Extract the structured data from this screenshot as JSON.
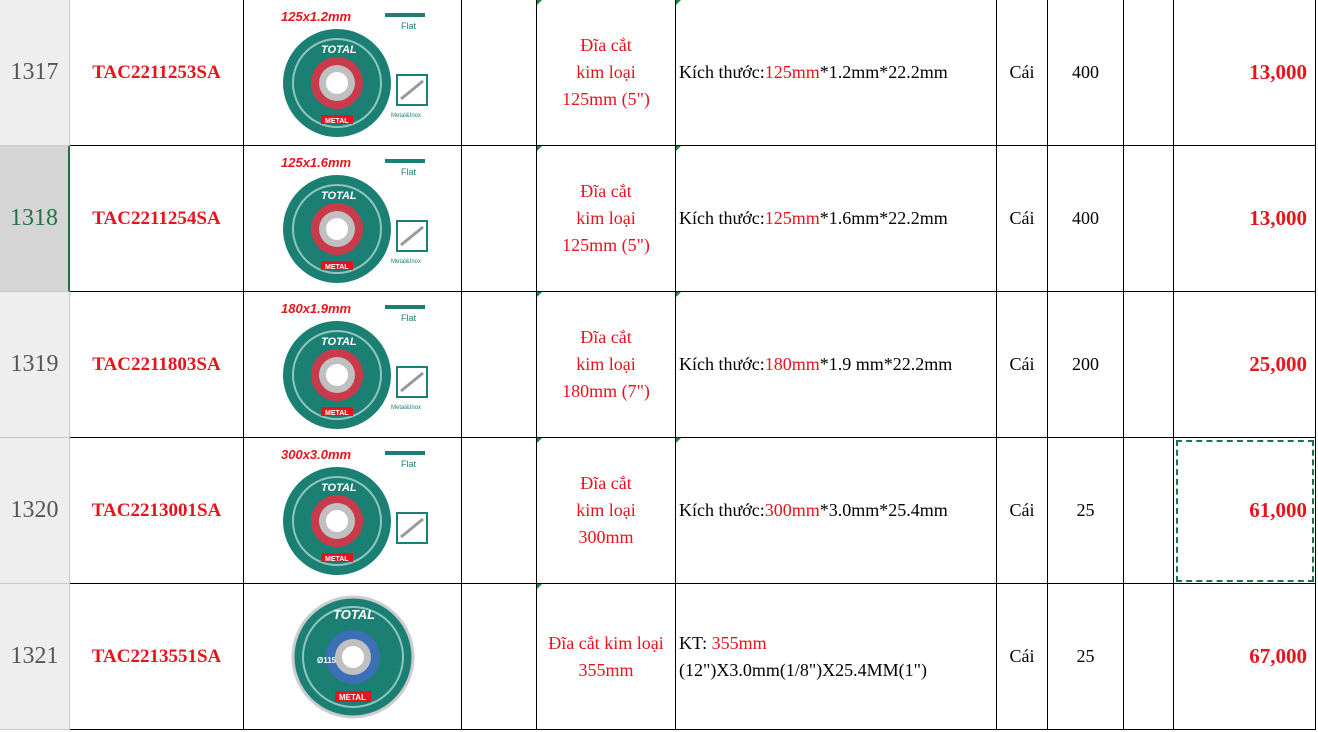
{
  "rows": [
    {
      "num": "1317",
      "code": "TAC2211253SA",
      "size": "125x1.2mm",
      "name": [
        "Đĩa cắt",
        "kim loại",
        "125mm (5\")"
      ],
      "spec_prefix": "Kích thước: ",
      "spec_red": "125mm",
      "spec_rest": "*1.2mm*22.2mm",
      "unit": "Cái",
      "qty": "400",
      "price": "13,000"
    },
    {
      "num": "1318",
      "code": "TAC2211254SA",
      "size": "125x1.6mm",
      "name": [
        "Đĩa cắt",
        "kim loại",
        "125mm (5\")"
      ],
      "spec_prefix": "Kích thước: ",
      "spec_red": "125mm",
      "spec_rest": "*1.6mm*22.2mm",
      "unit": "Cái",
      "qty": "400",
      "price": "13,000"
    },
    {
      "num": "1319",
      "code": "TAC2211803SA",
      "size": "180x1.9mm",
      "name": [
        "Đĩa cắt",
        "kim loại",
        "180mm (7\")"
      ],
      "spec_prefix": "Kích thước: ",
      "spec_red": "180mm",
      "spec_rest": "*1.9 mm*22.2mm",
      "unit": "Cái",
      "qty": "200",
      "price": "25,000"
    },
    {
      "num": "1320",
      "code": "TAC2213001SA",
      "size": "300x3.0mm",
      "name": [
        "Đĩa cắt",
        "kim loại",
        "300mm"
      ],
      "spec_prefix": "Kích thước: ",
      "spec_red": "300mm",
      "spec_rest": "*3.0mm*25.4mm",
      "unit": "Cái",
      "qty": "25",
      "price": "61,000"
    },
    {
      "num": "1321",
      "code": "TAC2213551SA",
      "size": "",
      "name": [
        "Đĩa cắt kim loại",
        "355mm"
      ],
      "spec_prefix": "KT: ",
      "spec_red": "355mm",
      "spec_rest": "(12\")X3.0mm(1/8\")X25.4MM(1\")",
      "unit": "Cái",
      "qty": "25",
      "price": "67,000"
    }
  ],
  "image": {
    "brand": "TOTAL",
    "flat_label": "Flat",
    "metal_label": "METAL",
    "material_label": "Metal&Inox",
    "size_badge": "Ø115"
  },
  "colors": {
    "accent_red": "#e8141b",
    "disc_teal": "#1b7f74",
    "selection_green": "#217346"
  },
  "state": {
    "active_row": "1318",
    "selected_cell": "price-1320"
  }
}
